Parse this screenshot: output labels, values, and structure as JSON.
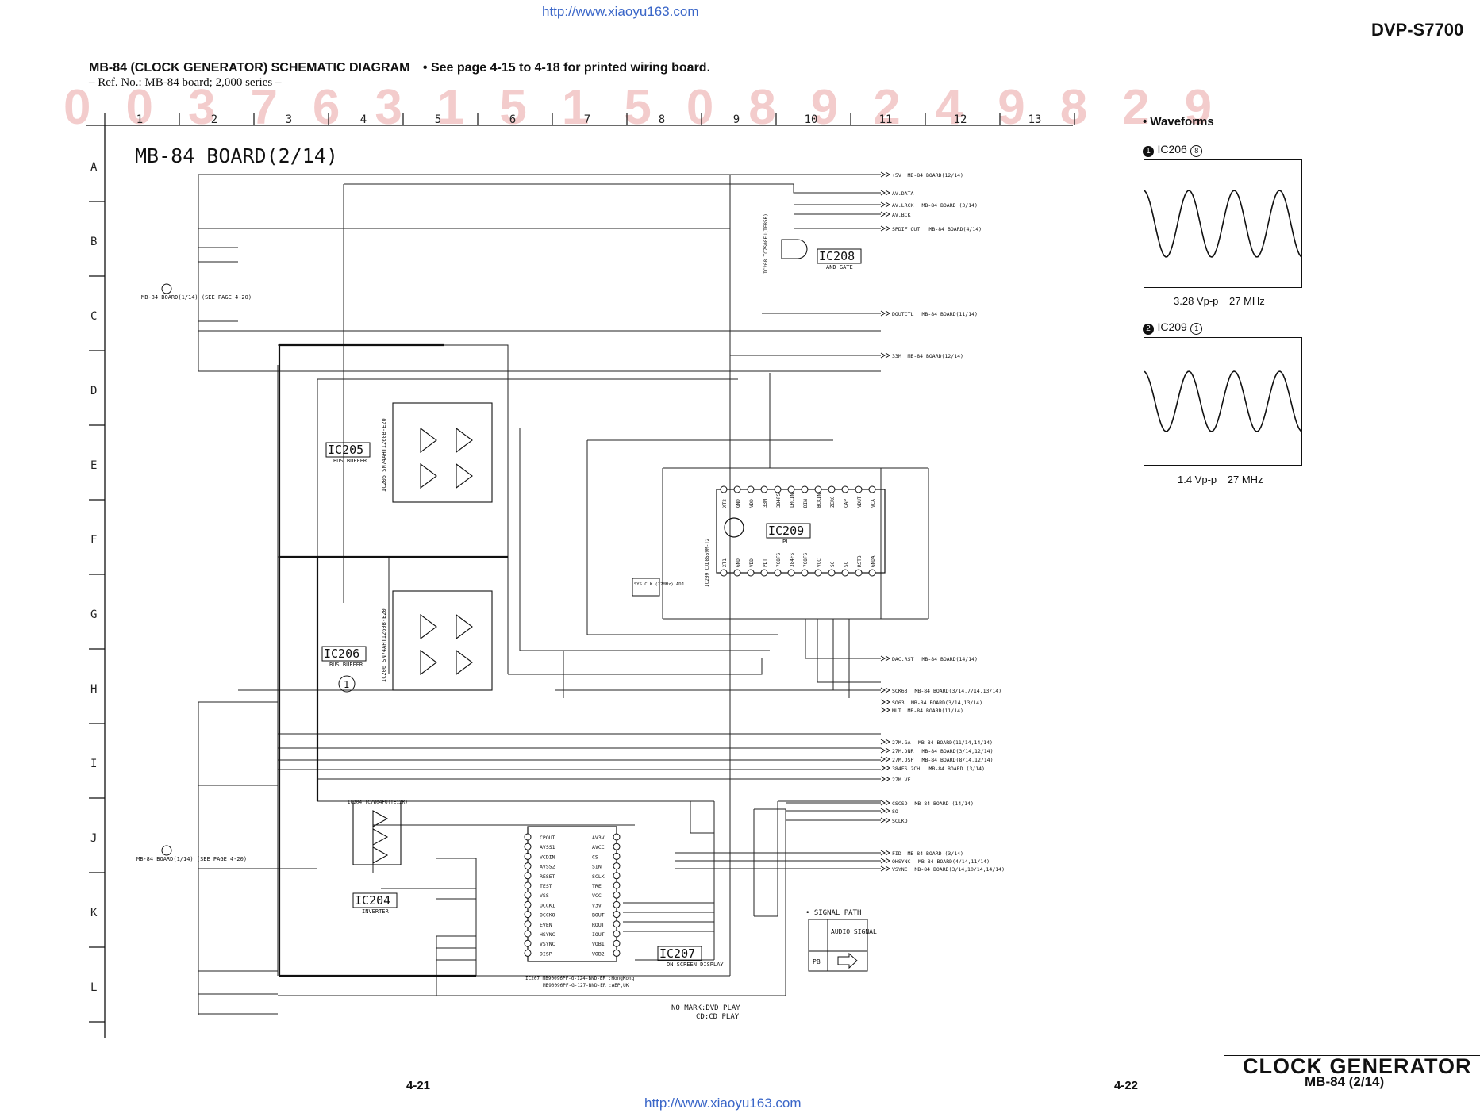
{
  "header": {
    "url_top": "http://www.xiaoyu163.com",
    "url_bottom": "http://www.xiaoyu163.com",
    "model": "DVP-S7700",
    "title": "MB-84 (CLOCK GENERATOR) SCHEMATIC DIAGRAM",
    "see_page": "• See page 4-15 to 4-18 for printed wiring board.",
    "ref_no": "– Ref. No.: MB-84 board; 2,000 series –"
  },
  "grid": {
    "columns": [
      "1",
      "2",
      "3",
      "4",
      "5",
      "6",
      "7",
      "8",
      "9",
      "10",
      "11",
      "12",
      "13"
    ],
    "rows": [
      "A",
      "B",
      "C",
      "D",
      "E",
      "F",
      "G",
      "H",
      "I",
      "J",
      "K",
      "L"
    ]
  },
  "schematic": {
    "board_title": "MB-84 BOARD(2/14)",
    "ic205": {
      "name": "IC205",
      "desc": "BUS BUFFER",
      "part": "IC205 SN74AHT1260B-E20"
    },
    "ic206": {
      "name": "IC206",
      "desc": "BUS BUFFER",
      "part": "IC206 SN74AHT1260B-E20"
    },
    "ic208": {
      "name": "IC208",
      "desc": "AND GATE",
      "part": "IC208 TC7S08FU(TE85R)"
    },
    "ic209": {
      "name": "IC209",
      "desc": "PLL",
      "part": "IC209 CXD8559M-T2"
    },
    "ic204": {
      "name": "IC204",
      "desc": "INVERTER",
      "part": "IC204 TC7W04FU(TE12R)"
    },
    "ic207": {
      "name": "IC207",
      "desc": "ON SCREEN DISPLAY"
    },
    "ic207_notes": [
      "IC207 MB90096PF-G-124-BND-ER :HongKong",
      "MB90096PF-G-127-BND-ER :AEP,UK"
    ],
    "ic207_pins_left": [
      "CPOUT",
      "AVSS1",
      "VCDIN",
      "AVSS2",
      "RESET",
      "TEST",
      "VSS",
      "OCCKI",
      "OCCKO",
      "EVEN",
      "HSYNC",
      "VSYNC",
      "DISP"
    ],
    "ic207_pins_right": [
      "AV3V",
      "AVCC",
      "CS",
      "SIN",
      "SCLK",
      "TRE",
      "VCC",
      "V3V",
      "BOUT",
      "ROUT",
      "IOUT",
      "VOB1",
      "VOB2"
    ],
    "ic209_pins_top": [
      "XT2",
      "GND",
      "VDD",
      "33M",
      "384FS",
      "LRCIN",
      "DIN",
      "BCKIN",
      "ZERO",
      "CAP",
      "VDUT",
      "VCA"
    ],
    "ic209_pins_bottom": [
      "XT1",
      "GND",
      "VDD",
      "PDT",
      "768FS",
      "384FS",
      "768FS",
      "VCC",
      "SC",
      "SC",
      "RSTB",
      "GNDA"
    ],
    "outputs_top": [
      {
        "net": "+5V",
        "dest": "MB-84 BOARD(12/14)"
      },
      {
        "net": "AV.DATA",
        "dest": ""
      },
      {
        "net": "AV.LRCK",
        "dest": "MB-84 BOARD (3/14)"
      },
      {
        "net": "AV.BCK",
        "dest": ""
      },
      {
        "net": "SPDIF.OUT",
        "dest": "MB-84 BOARD(4/14)"
      },
      {
        "net": "DOUTCTL",
        "dest": "MB-84 BOARD(11/14)"
      },
      {
        "net": "33M",
        "dest": "MB-84 BOARD(12/14)"
      }
    ],
    "outputs_mid": [
      {
        "net": "DAC.RST",
        "dest": "MB-84 BOARD(14/14)"
      },
      {
        "net": "SCK63",
        "dest": "MB-84 BOARD(3/14,7/14,13/14)"
      },
      {
        "net": "SO63",
        "dest": "MB-84 BOARD(3/14,13/14)"
      },
      {
        "net": "MLT",
        "dest": "MB-84 BOARD(11/14)"
      },
      {
        "net": "27M.GA",
        "dest": "MB-84 BOARD(11/14,14/14)"
      },
      {
        "net": "27M.DNR",
        "dest": "MB-84 BOARD(3/14,12/14)"
      },
      {
        "net": "27M.DSP",
        "dest": "MB-84 BOARD(8/14,12/14)"
      },
      {
        "net": "384FS.2CH",
        "dest": "MB-84 BOARD (3/14)"
      },
      {
        "net": "27M.VE",
        "dest": ""
      }
    ],
    "outputs_low": [
      {
        "net": "CSCSD",
        "dest": "MB-84 BOARD (14/14)"
      },
      {
        "net": "SO",
        "dest": ""
      },
      {
        "net": "SCLKO",
        "dest": ""
      },
      {
        "net": "FID",
        "dest": "MB-84 BOARD (3/14)"
      },
      {
        "net": "OHSYNC",
        "dest": "MB-84 BOARD(4/14,11/14)"
      },
      {
        "net": "VSYNC",
        "dest": "MB-84 BOARD(3/14,10/14,14/14)"
      }
    ],
    "left_ref_1": "MB-84 BOARD(1/14) (SEE PAGE 4-20)",
    "left_ref_2": "MB-84 BOARD(1/14) (SEE PAGE 4-20)",
    "sys_clk": "SYS CLK (27MHz) ADJ",
    "signal_path_title": "• SIGNAL PATH",
    "signal_path_col": "AUDIO SIGNAL",
    "signal_path_row": "PB",
    "mark_note_1": "NO MARK:DVD PLAY",
    "mark_note_2": "CD:CD PLAY"
  },
  "waveforms": {
    "heading": "• Waveforms",
    "items": [
      {
        "num": "1",
        "label": "IC206",
        "pin": "8",
        "amplitude": "3.28 Vp-p",
        "freq": "27 MHz",
        "cycles": 3.5
      },
      {
        "num": "2",
        "label": "IC209",
        "pin": "1",
        "amplitude": "1.4 Vp-p",
        "freq": "27 MHz",
        "cycles": 3.5
      }
    ]
  },
  "footer": {
    "page_left": "4-21",
    "page_right": "4-22",
    "section_title": "CLOCK GENERATOR",
    "section_sub": "MB-84 (2/14)"
  }
}
